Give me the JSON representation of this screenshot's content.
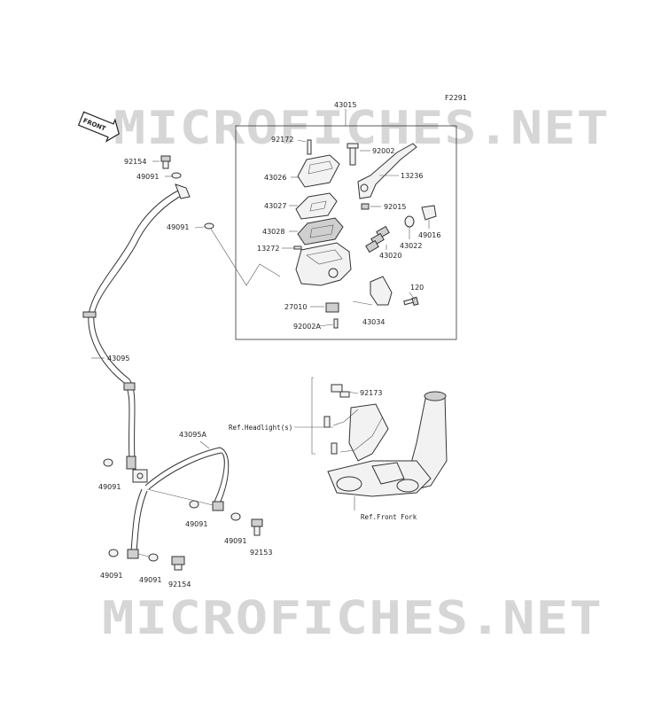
{
  "figure_code": "F2291",
  "assembly_number": "43015",
  "front_marker": "FRONT",
  "watermarks": [
    "MICROFICHES.NET",
    "MICROFICHES.NET"
  ],
  "parts": {
    "p92172": "92172",
    "p92002": "92002",
    "p43026": "43026",
    "p13236": "13236",
    "p43027": "43027",
    "p92015": "92015",
    "p43028": "43028",
    "p49016": "49016",
    "p43022": "43022",
    "p13272": "13272",
    "p43020": "43020",
    "p120": "120",
    "p27010": "27010",
    "p43034": "43034",
    "p92002A": "92002A",
    "p92154a": "92154",
    "p49091a": "49091",
    "p49091b": "49091",
    "p43095": "43095",
    "p92173": "92173",
    "p43095A": "43095A",
    "p49091c": "49091",
    "p49091d": "49091",
    "p49091e": "49091",
    "p92153": "92153",
    "p49091f": "49091",
    "p49091g": "49091",
    "p92154b": "92154"
  },
  "references": {
    "headlight": "Ref.Headlight(s)",
    "front_fork": "Ref.Front Fork"
  }
}
